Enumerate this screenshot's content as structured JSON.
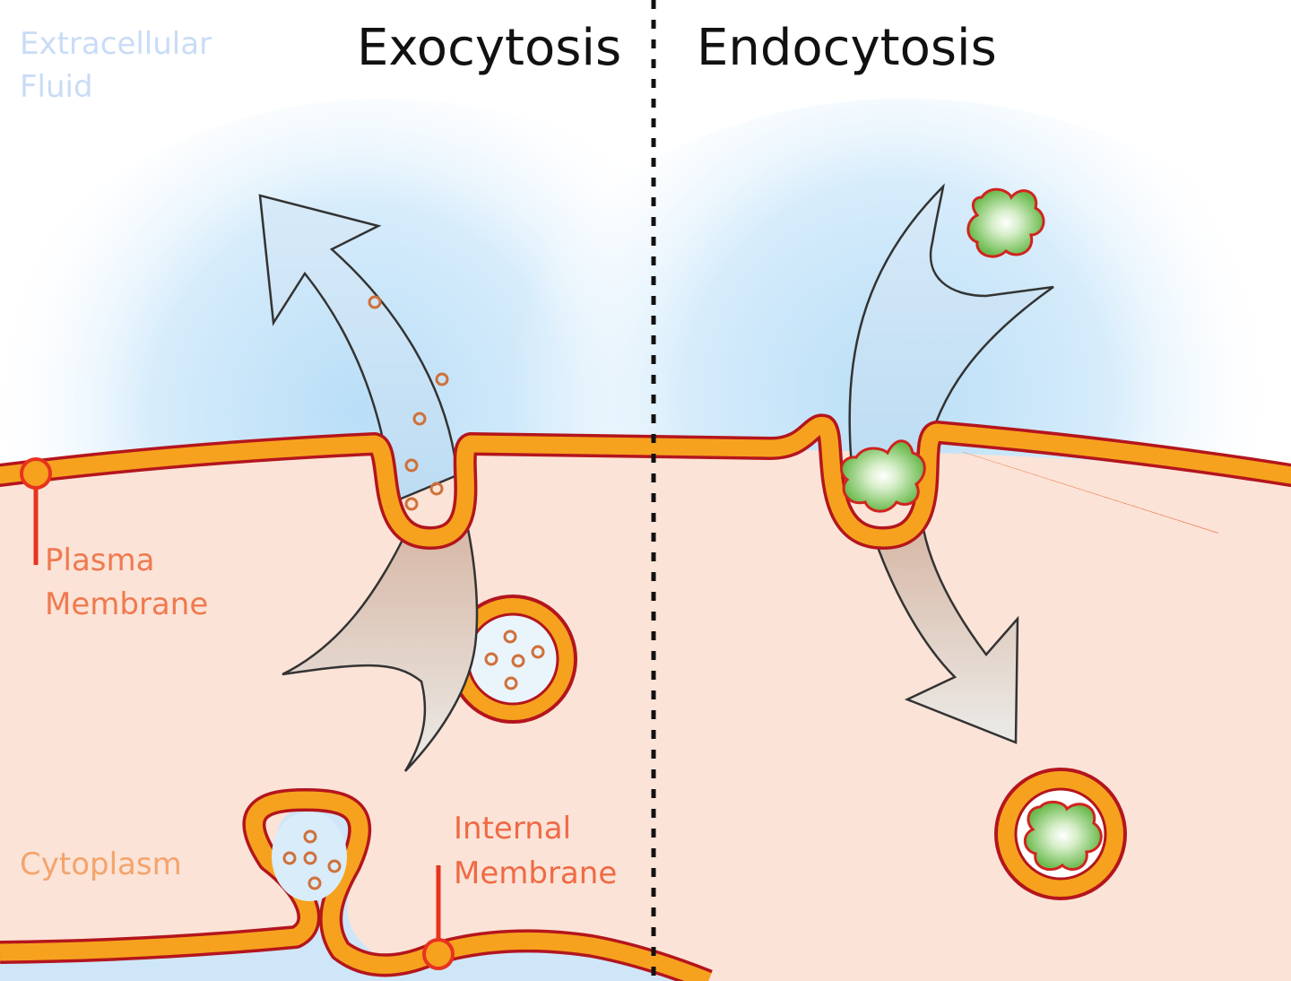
{
  "titles": {
    "exocytosis": "Exocytosis",
    "endocytosis": "Endocytosis"
  },
  "labels": {
    "extracellular_line1": "Extracellular",
    "extracellular_line2": "Fluid",
    "plasma_line1": "Plasma",
    "plasma_line2": "Membrane",
    "cytoplasm": "Cytoplasm",
    "internal_line1": "Internal",
    "internal_line2": "Membrane"
  },
  "colors": {
    "membrane_fill": "#f6a21e",
    "membrane_outline": "#b4151d",
    "pointer_red": "#e8331f",
    "extracellular_label": "#c9dcf6",
    "plasma_label": "#ef7a4f",
    "cytoplasm_label": "#f3a46d",
    "internal_label": "#ef6a45",
    "cytoplasm_bg": "#fbe3d7",
    "fluid_blue": "#b9def7",
    "cargo_green": "#7cc35f",
    "title_text": "#111111"
  }
}
